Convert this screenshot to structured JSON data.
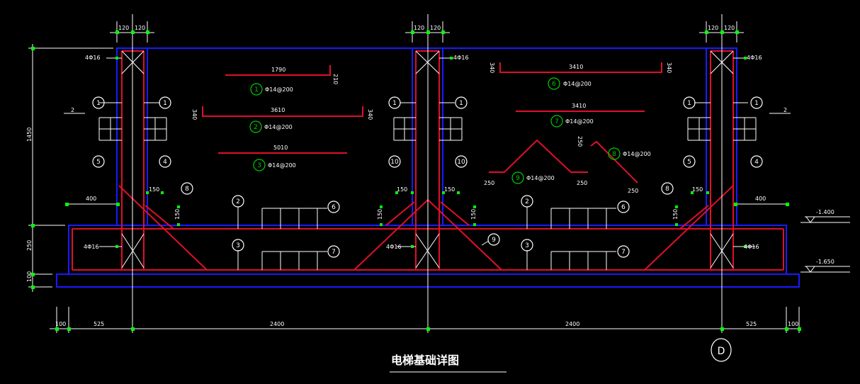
{
  "title": "电梯基础详图",
  "grid_axis_label": "D",
  "colors": {
    "background": "#000000",
    "concrete": "#1a1aff",
    "rebar": "#e0102a",
    "annotation": "#ffffff",
    "markers": "#00ff00",
    "callout_green": "#00cc00"
  },
  "dimensions": {
    "top_wall_1": "120",
    "top_wall_2": "120",
    "height_total": "1450",
    "height_slab": "250",
    "height_cushion": "100",
    "left_overhang": "400",
    "right_overhang": "400",
    "haunch_left": "150",
    "haunch_mid_left": "150",
    "haunch_mid_right": "150",
    "haunch_right": "150",
    "haunch_v_1": "150",
    "haunch_v_2": "150",
    "haunch_v_3": "150",
    "haunch_v_4": "150",
    "bottom_100_left": "100",
    "bottom_525_left": "525",
    "bottom_span_1": "2400",
    "bottom_span_2": "2400",
    "bottom_525_right": "525",
    "bottom_100_right": "100"
  },
  "levels": {
    "level_top": "-1.400",
    "level_bottom": "-1.650"
  },
  "rebar_labels": {
    "wall_bars": "4Φ16",
    "bar1_len": "1790",
    "bar1_hook": "210",
    "bar1_spec": "Φ14@200",
    "bar2_len": "3610",
    "bar2_hook": "340",
    "bar2_spec": "Φ14@200",
    "bar3_len": "5010",
    "bar3_spec": "Φ14@200",
    "bar6_len": "3410",
    "bar6_hook": "340",
    "bar6_spec": "Φ14@200",
    "bar7_len": "3410",
    "bar7_spec": "Φ14@200",
    "bar8_hook": "250",
    "bar8_end": "250",
    "bar8_spec": "Φ14@200",
    "bar9_left": "250",
    "bar9_right": "250",
    "bar9_spec": "Φ14@200",
    "section_mark": "2"
  },
  "callouts": {
    "c1": "1",
    "c2": "2",
    "c3": "3",
    "c4": "4",
    "c5": "5",
    "c6": "6",
    "c7": "7",
    "c8": "8",
    "c9": "9",
    "c10": "10"
  }
}
